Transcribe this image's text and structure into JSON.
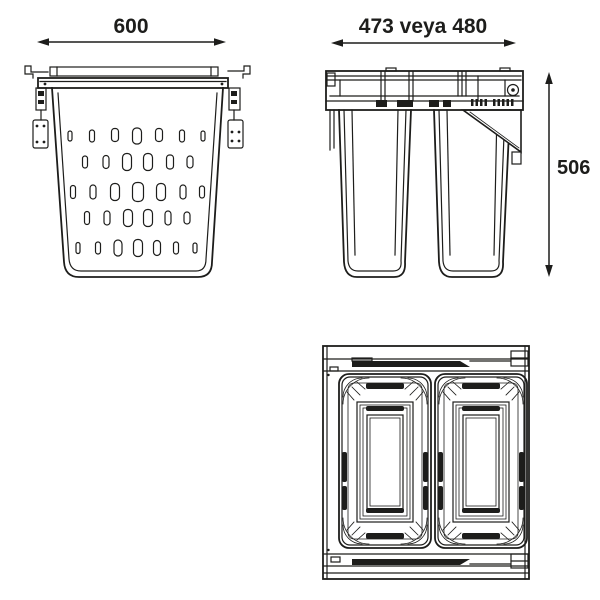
{
  "colors": {
    "line": "#1d1d1b",
    "background": "#ffffff"
  },
  "dimensions": {
    "front_width_label": "600",
    "depth_label": "473 veya 480",
    "height_label": "506"
  }
}
